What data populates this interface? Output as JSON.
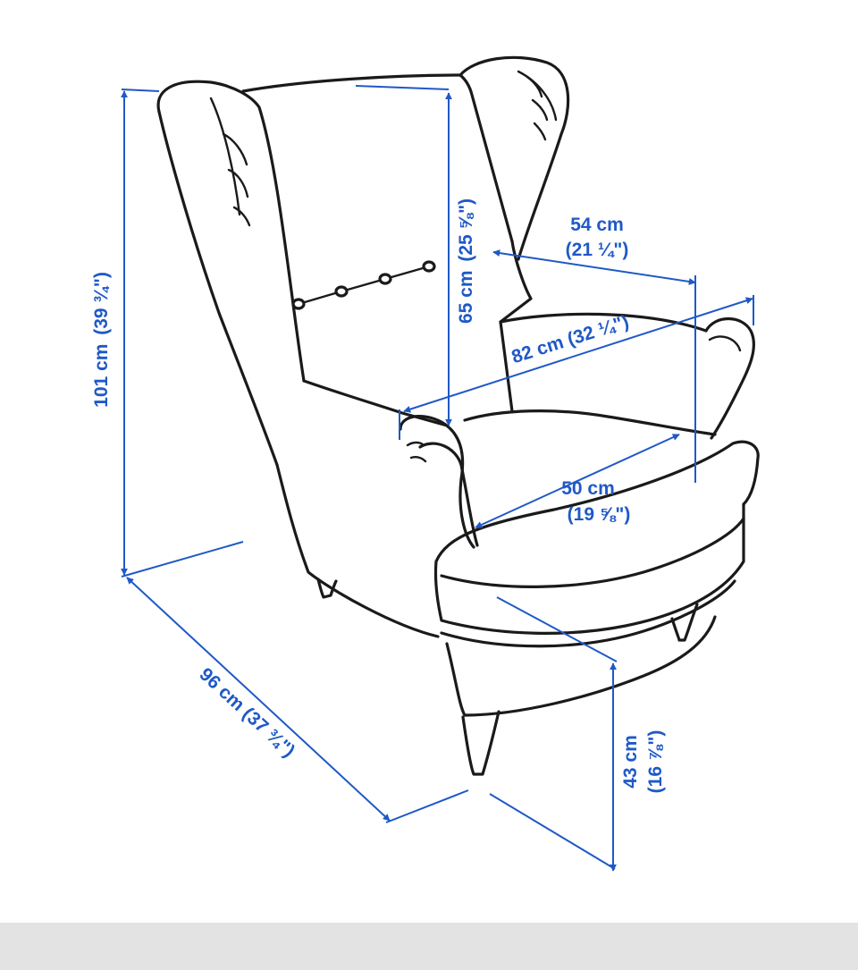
{
  "colors": {
    "dimension": "#1f59c6",
    "outline": "#1a1a1a",
    "background": "#ffffff",
    "bottom_bar": "#e3e3e3"
  },
  "dimensions": {
    "height": {
      "metric": "101 cm",
      "imperial": "(39 ¾\")"
    },
    "back_height": {
      "metric": "65 cm",
      "imperial": "(25 ⅝\")"
    },
    "seat_width": {
      "metric": "54 cm",
      "imperial": "(21 ¼\")"
    },
    "width": {
      "label": "82 cm (32 ¼\")"
    },
    "seat_depth": {
      "metric": "50 cm",
      "imperial": "(19 ⅝\")"
    },
    "depth": {
      "label": "96 cm (37 ¾\")"
    },
    "seat_height": {
      "metric": "43 cm",
      "imperial": "(16 ⅞\")"
    }
  }
}
